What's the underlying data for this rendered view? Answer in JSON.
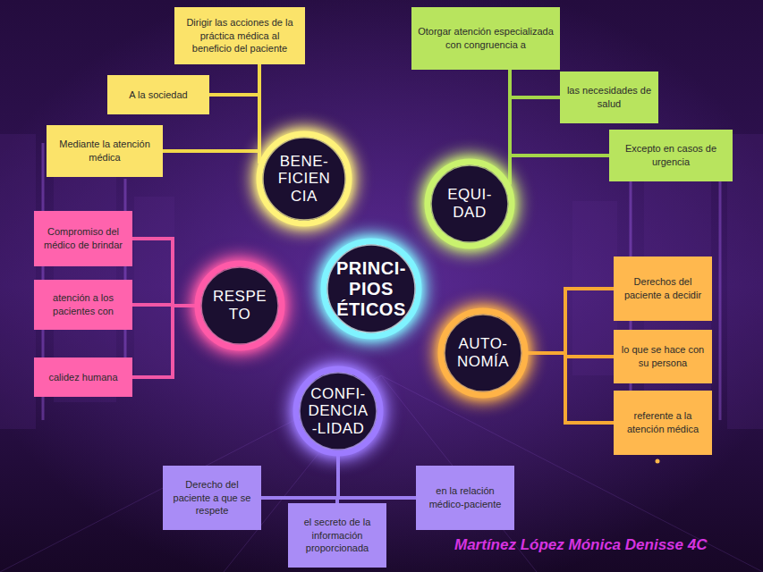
{
  "diagram": {
    "nodes": [
      {
        "text": [
          "PRINCI- PIOS ÉTICOS"
        ]
      },
      {
        "text": [
          "BENE- FICIEN CIA"
        ]
      },
      {
        "text": [
          "Dirigir las acciones de la práctica médica al beneficio del paciente"
        ]
      },
      {
        "text": [
          "A la sociedad"
        ]
      },
      {
        "text": [
          "Mediante la atención médica"
        ]
      },
      {
        "text": [
          "EQUI- DAD"
        ]
      },
      {
        "text": [
          "Otorgar atención especializada con congruencia a"
        ]
      },
      {
        "text": [
          "las necesidades de salud"
        ]
      },
      {
        "text": [
          "Excepto en casos de urgencia"
        ]
      },
      {
        "text": [
          "RESPE TO"
        ]
      },
      {
        "text": [
          "Compromiso del médico de brindar"
        ]
      },
      {
        "text": [
          "atención a los pacientes con"
        ]
      },
      {
        "text": [
          "calidez humana"
        ]
      },
      {
        "text": [
          "AUTO- NOMÍA"
        ]
      },
      {
        "text": [
          "Derechos del paciente a decidir"
        ]
      },
      {
        "text": [
          "lo que se hace con su persona"
        ]
      },
      {
        "text": [
          "referente a la atención médica"
        ]
      },
      {
        "text": [
          "CONFI- DENCIA -LIDAD"
        ]
      },
      {
        "text": [
          "Derecho del paciente a que se respete"
        ]
      },
      {
        "text": [
          "el secreto de la información proporcionada"
        ]
      },
      {
        "text": [
          "en la relación médico-paciente"
        ]
      }
    ],
    "edges": [
      {
        "from": 1,
        "to": 2,
        "arrow": "none"
      },
      {
        "from": 1,
        "to": 3,
        "arrow": "none"
      },
      {
        "from": 1,
        "to": 4,
        "arrow": "none"
      },
      {
        "from": 5,
        "to": 6,
        "arrow": "none"
      },
      {
        "from": 5,
        "to": 7,
        "arrow": "none"
      },
      {
        "from": 5,
        "to": 8,
        "arrow": "none"
      },
      {
        "from": 9,
        "to": 10,
        "arrow": "none"
      },
      {
        "from": 9,
        "to": 11,
        "arrow": "none"
      },
      {
        "from": 9,
        "to": 12,
        "arrow": "none"
      },
      {
        "from": 13,
        "to": 14,
        "arrow": "none"
      },
      {
        "from": 13,
        "to": 15,
        "arrow": "none"
      },
      {
        "from": 13,
        "to": 16,
        "arrow": "none"
      },
      {
        "from": 17,
        "to": 18,
        "arrow": "none"
      },
      {
        "from": 17,
        "to": 19,
        "arrow": "none"
      },
      {
        "from": 17,
        "to": 20,
        "arrow": "none"
      }
    ],
    "labels": [
      "Martínez López Mónica Denisse 4C"
    ]
  }
}
